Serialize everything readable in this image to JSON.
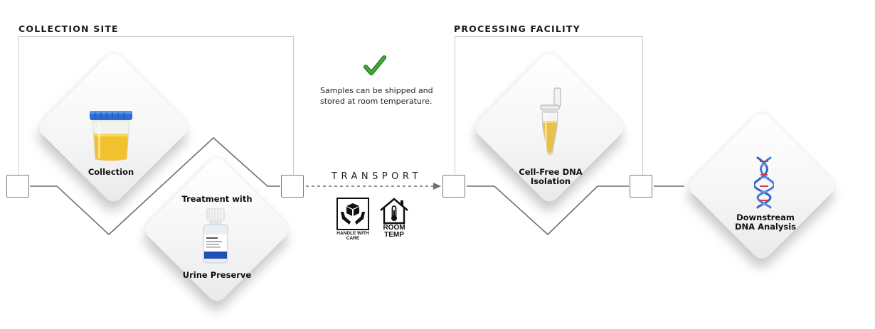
{
  "sections": {
    "collection_site": "COLLECTION SITE",
    "processing_facility": "PROCESSING FACILITY"
  },
  "steps": {
    "collection": "Collection",
    "treatment_top": "Treatment with",
    "treatment_bottom": "Urine Preserve",
    "isolation_line1": "Cell-Free DNA",
    "isolation_line2": "Isolation",
    "analysis_line1": "Downstream",
    "analysis_line2": "DNA Analysis"
  },
  "transport": {
    "label": "TRANSPORT",
    "note_line1": "Samples can be shipped and",
    "note_line2": "stored at room temperature.",
    "handle_caption": "HANDLE WITH CARE",
    "room_line1": "ROOM",
    "room_line2": "TEMP"
  },
  "colors": {
    "check": "#2e9e2a",
    "cup_lid": "#2a6fd6",
    "urine": "#f2c22e",
    "dna_blue": "#2f63c9",
    "dna_red": "#d23c3c",
    "connector": "#6f6f6f"
  }
}
